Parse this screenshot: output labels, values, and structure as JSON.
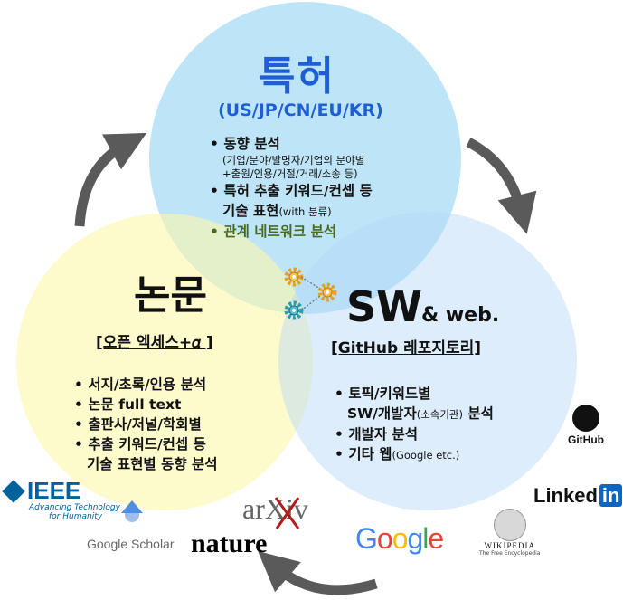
{
  "patent": {
    "title": "특허",
    "subtitle": "(US/JP/CN/EU/KR)",
    "items": [
      {
        "main": "동향 분석",
        "sub1": "(기업/분야/발명자/기업의 분야별",
        "sub2": "+출원/인용/거절/거래/소송 등)"
      },
      {
        "main1": "특허 추출 키워드/컨셉 등",
        "main2": "기술 표현",
        "main2_small": "(with 분류)"
      },
      {
        "main": "관계 네트워크 분석"
      }
    ],
    "colors": {
      "title": "#1f5fd6",
      "network_item": "#4a6a1e",
      "circle": "#89cff0"
    }
  },
  "paper": {
    "title": "논문",
    "subtitle": "[오픈 엑세스+𝛼 ]",
    "items": [
      "서지/초록/인용 분석",
      "논문 full text",
      "출판사/저널/학회별",
      "추출 키워드/컨셉 등",
      "기술 표현별 동향 분석"
    ]
  },
  "sw": {
    "title": "SW",
    "title_suffix": "& web.",
    "subtitle": "[GitHub 레포지토리]",
    "items": [
      {
        "main": "토픽/키워드별"
      },
      {
        "main": "SW/개발자",
        "small": "(소속기관)",
        "after": " 분석"
      },
      {
        "main": "개발자 분석"
      },
      {
        "main": "기타 웹",
        "small": "(Google etc.)"
      }
    ]
  },
  "logos": {
    "ieee": "IEEE",
    "ieee_tag1": "Advancing Technology",
    "ieee_tag2": "for Humanity",
    "scholar": "Google Scholar",
    "nature": "nature",
    "arxiv": "arXiv",
    "google": "Google",
    "wikipedia": "Wikipedia",
    "wikipedia_tag": "The Free Encyclopedia",
    "linkedin": "Linked",
    "linkedin_in": "in",
    "github": "GitHub"
  }
}
